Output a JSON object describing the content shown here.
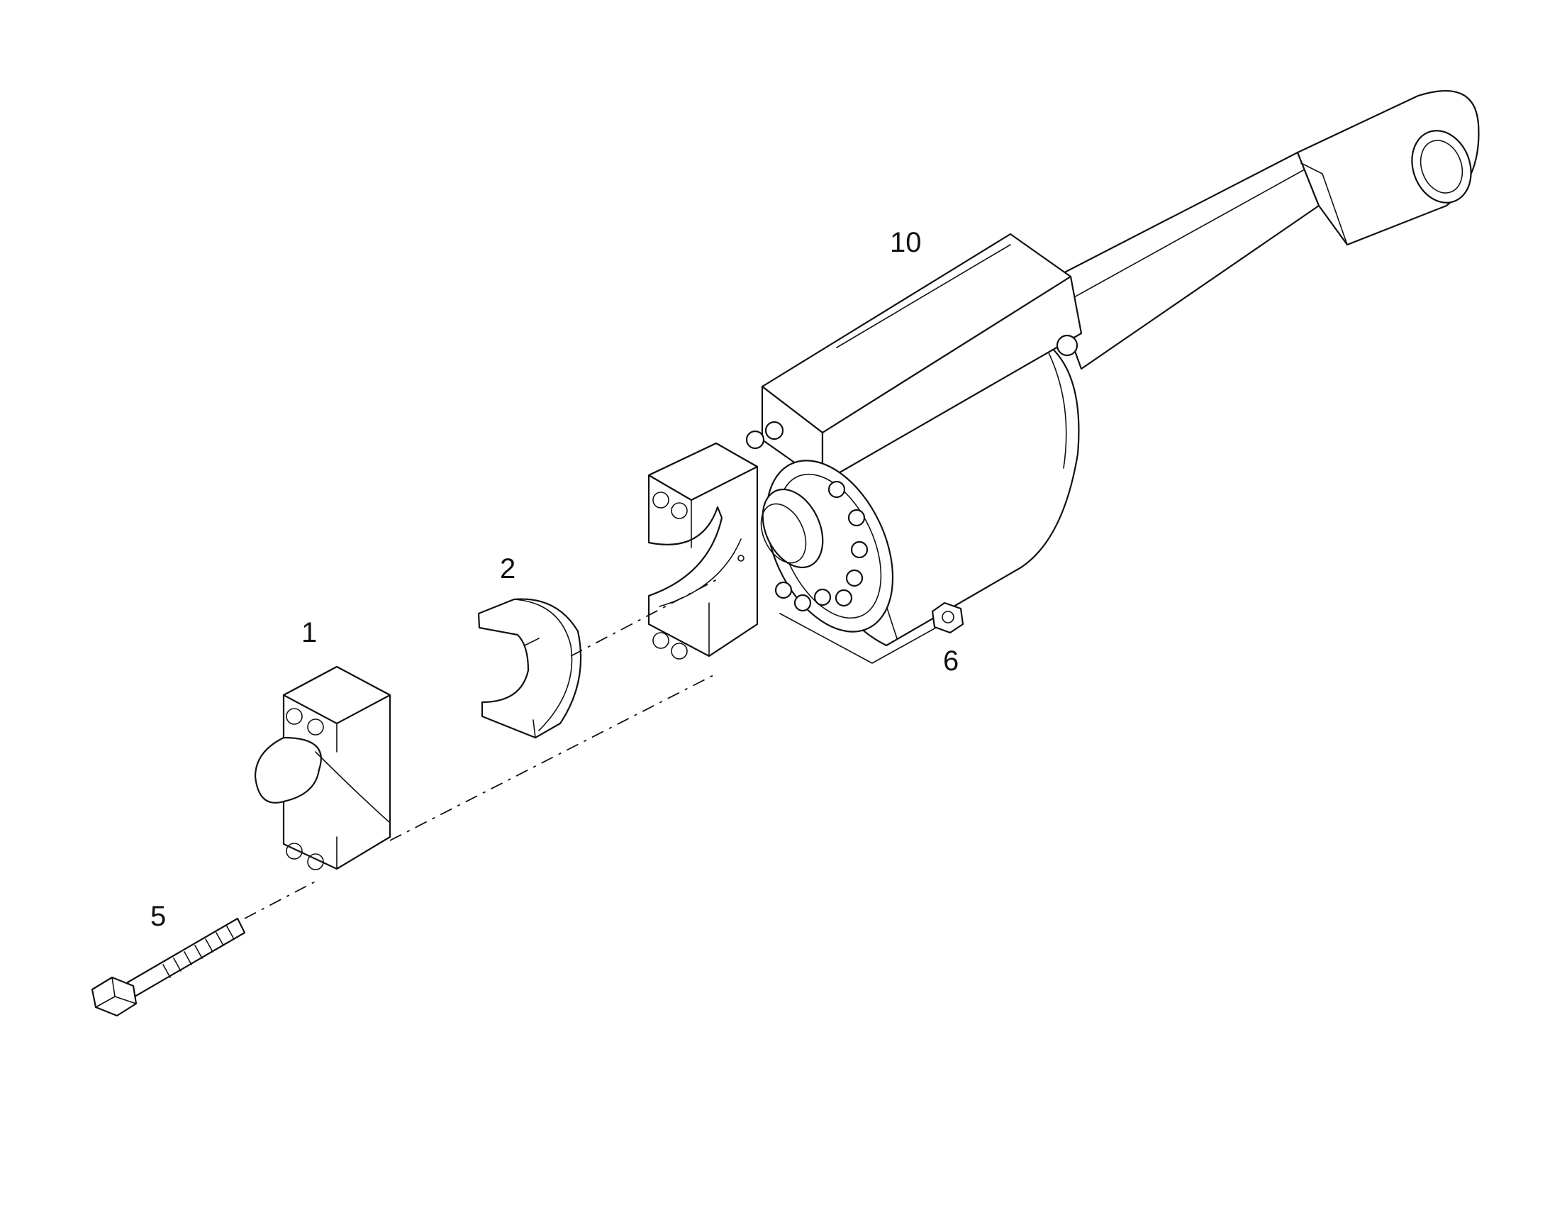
{
  "diagram": {
    "callouts": [
      {
        "id": "c1",
        "text": "1"
      },
      {
        "id": "c2",
        "text": "2"
      },
      {
        "id": "c5",
        "text": "5"
      },
      {
        "id": "c6",
        "text": "6"
      },
      {
        "id": "c10",
        "text": "10"
      }
    ]
  }
}
